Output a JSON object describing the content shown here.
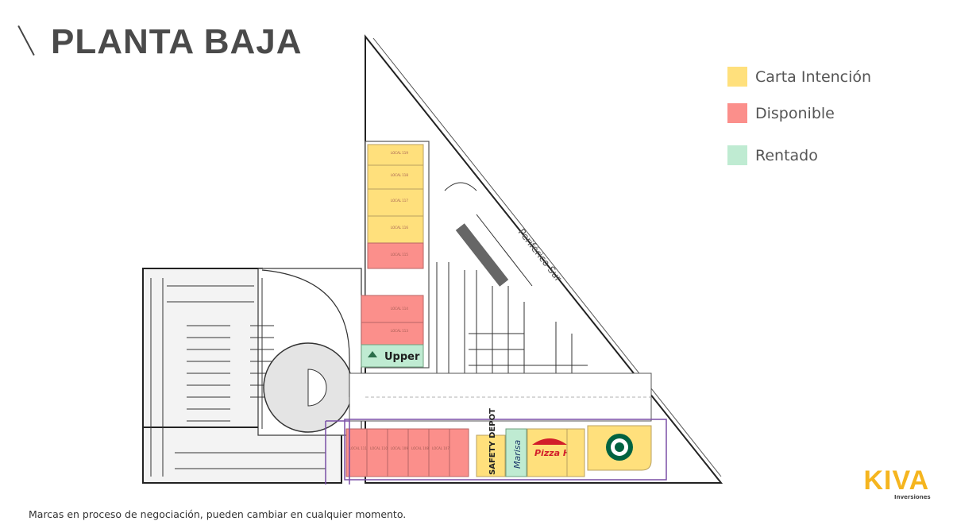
{
  "title": "PLANTA BAJA",
  "legend": [
    {
      "label": "Carta Intención",
      "color": "#ffe07c"
    },
    {
      "label": "Disponible",
      "color": "#fb8f8b"
    },
    {
      "label": "Rentado",
      "color": "#bfebd2"
    }
  ],
  "street_label": "Periférico Sur",
  "brands": {
    "upper": "Upper",
    "safety_depot": "SAFETY DEPOT",
    "marisa": "Marisa",
    "pizza_hut": "Pizza Hut"
  },
  "footnote": "Marcas en proceso de negociación, pueden cambiar en cualquier momento.",
  "logo": {
    "name": "KIVA",
    "sub": "Inversiones"
  },
  "status_colors": {
    "carta": "#ffe07c",
    "disponible": "#fb8f8b",
    "rentado": "#bfebd2"
  }
}
